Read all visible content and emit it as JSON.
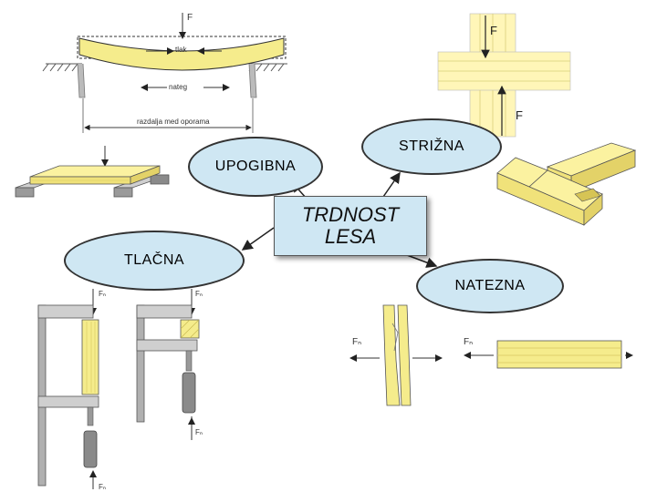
{
  "center": {
    "line1": "TRDNOST",
    "line2": "LESA"
  },
  "categories": {
    "bending": "UPOGIBNA",
    "shear": "STRIŽNA",
    "compression": "TLAČNA",
    "tension": "NATEZNA"
  },
  "beam_diagram": {
    "force": "F",
    "compression": "tlak",
    "tension": "nateg",
    "span": "razdalja med oporama"
  },
  "shear_diagram": {
    "force_top": "F",
    "force_bottom": "F"
  },
  "clamp_labels": {
    "top_left": "Fₙ",
    "top_right": "Fₙ",
    "mid_right": "Fₙ",
    "bottom_left": "Fₙ"
  },
  "tension_labels": {
    "left": "Fₙ",
    "right": "Fₙ"
  },
  "colors": {
    "wood": "#f5ec8c",
    "ellipse": "#cfe7f3",
    "steel": "#8a8a8a"
  }
}
